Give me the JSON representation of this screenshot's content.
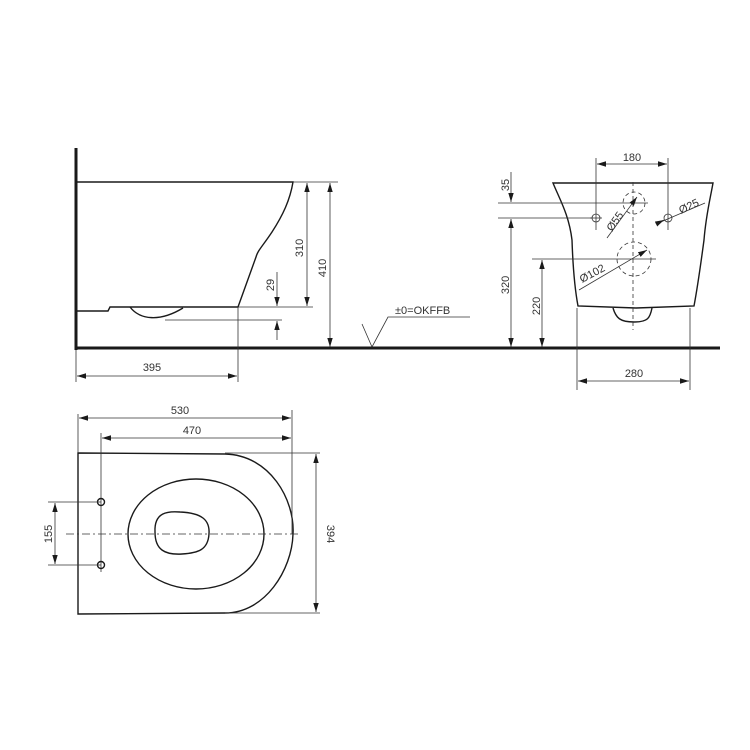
{
  "side_view": {
    "dim_height_bowl": "310",
    "dim_height_total": "410",
    "dim_outlet_drop": "29",
    "dim_projection": "395"
  },
  "floor_reference": {
    "label": "±0=OKFFB"
  },
  "front_view": {
    "dim_fixing_spacing": "180",
    "dim_top_offset": "35",
    "dim_fixing_height": "320",
    "dim_outlet_height": "220",
    "dim_width": "280",
    "dim_inlet_diameter": "Ø55",
    "dim_fixing_diameter": "Ø25",
    "dim_outlet_diameter": "Ø102"
  },
  "top_view": {
    "dim_length_total": "530",
    "dim_length_from_fixing": "470",
    "dim_fixing_vertical": "155",
    "dim_width": "394"
  },
  "colors": {
    "line": "#1a1a1a",
    "dimension": "#333333",
    "background": "#ffffff"
  }
}
